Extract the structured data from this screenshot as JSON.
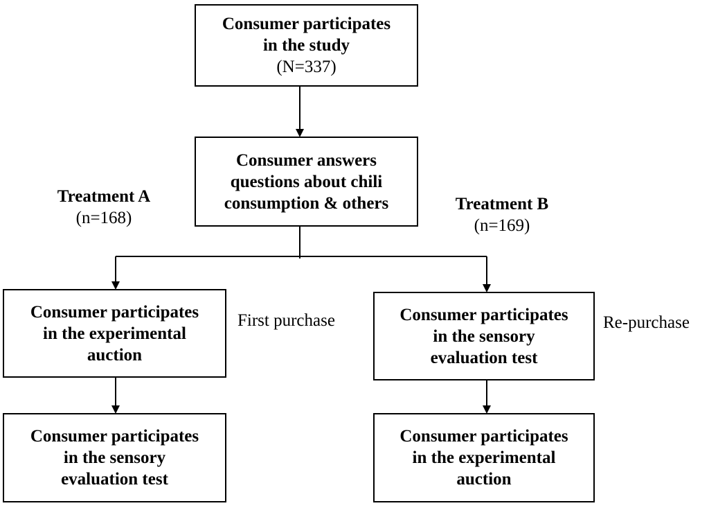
{
  "nodes": {
    "study": {
      "lines": [
        "Consumer participates",
        "in the study"
      ],
      "count": "(N=337)"
    },
    "questions": {
      "lines": [
        "Consumer answers",
        "questions about chili",
        "consumption & others"
      ]
    },
    "a1": {
      "lines": [
        "Consumer participates",
        "in the experimental",
        "auction"
      ]
    },
    "a2": {
      "lines": [
        "Consumer participates",
        "in the sensory",
        "evaluation test"
      ]
    },
    "b1": {
      "lines": [
        "Consumer participates",
        "in the sensory",
        "evaluation test"
      ]
    },
    "b2": {
      "lines": [
        "Consumer participates",
        "in the experimental",
        "auction"
      ]
    }
  },
  "treatments": {
    "a": {
      "title": "Treatment A",
      "count": "(n=168)"
    },
    "b": {
      "title": "Treatment B",
      "count": "(n=169)"
    }
  },
  "side_labels": {
    "first": "First purchase",
    "repurchase": "Re-purchase"
  },
  "colors": {
    "stroke": "#000000",
    "background": "#ffffff"
  }
}
